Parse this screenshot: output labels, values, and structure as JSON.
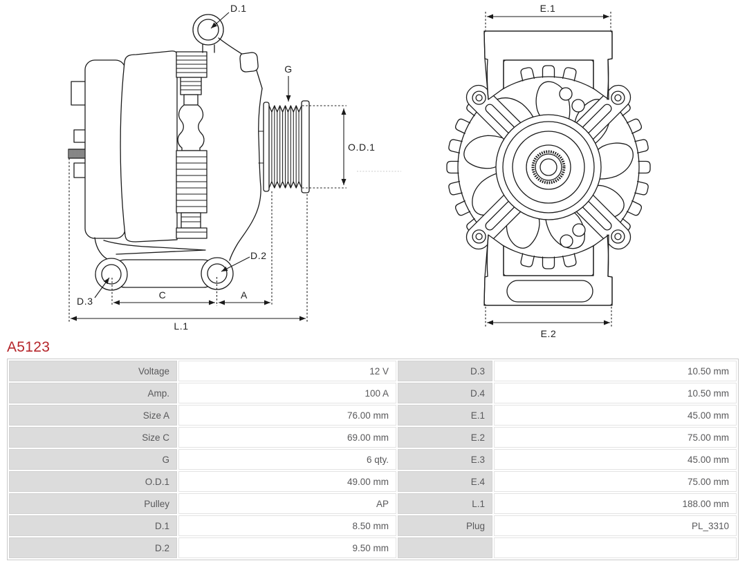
{
  "part_number": "A5123",
  "accent_color": "#b5262b",
  "line_color": "#1a1a1a",
  "label_cell_color": "#dcdcdc",
  "diagram": {
    "labels": {
      "d1": "D.1",
      "g": "G",
      "od1": "O.D.1",
      "d2": "D.2",
      "d3": "D.3",
      "c": "C",
      "a": "A",
      "l1": "L.1",
      "e1": "E.1",
      "e2": "E.2"
    }
  },
  "table": {
    "rows": [
      {
        "l1": "Voltage",
        "v1": "12 V",
        "l2": "D.3",
        "v2": "10.50 mm"
      },
      {
        "l1": "Amp.",
        "v1": "100 A",
        "l2": "D.4",
        "v2": "10.50 mm"
      },
      {
        "l1": "Size A",
        "v1": "76.00 mm",
        "l2": "E.1",
        "v2": "45.00 mm"
      },
      {
        "l1": "Size C",
        "v1": "69.00 mm",
        "l2": "E.2",
        "v2": "75.00 mm"
      },
      {
        "l1": "G",
        "v1": "6 qty.",
        "l2": "E.3",
        "v2": "45.00 mm"
      },
      {
        "l1": "O.D.1",
        "v1": "49.00 mm",
        "l2": "E.4",
        "v2": "75.00 mm"
      },
      {
        "l1": "Pulley",
        "v1": "AP",
        "l2": "L.1",
        "v2": "188.00 mm"
      },
      {
        "l1": "D.1",
        "v1": "8.50 mm",
        "l2": "Plug",
        "v2": "PL_3310"
      },
      {
        "l1": "D.2",
        "v1": "9.50 mm",
        "l2": "",
        "v2": ""
      }
    ]
  }
}
